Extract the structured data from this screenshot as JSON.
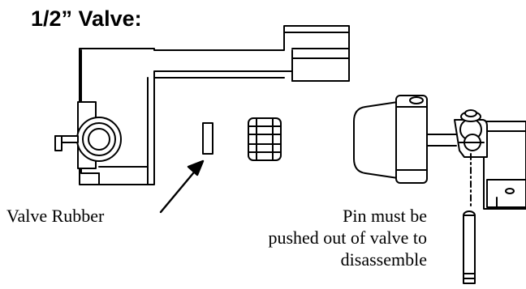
{
  "title": "1/2” Valve:",
  "labels": {
    "valve_rubber": "Valve Rubber",
    "pin_note": [
      "Pin must be",
      "pushed out of valve to",
      "disassemble"
    ]
  },
  "colors": {
    "line": "#000000",
    "background": "#ffffff"
  }
}
